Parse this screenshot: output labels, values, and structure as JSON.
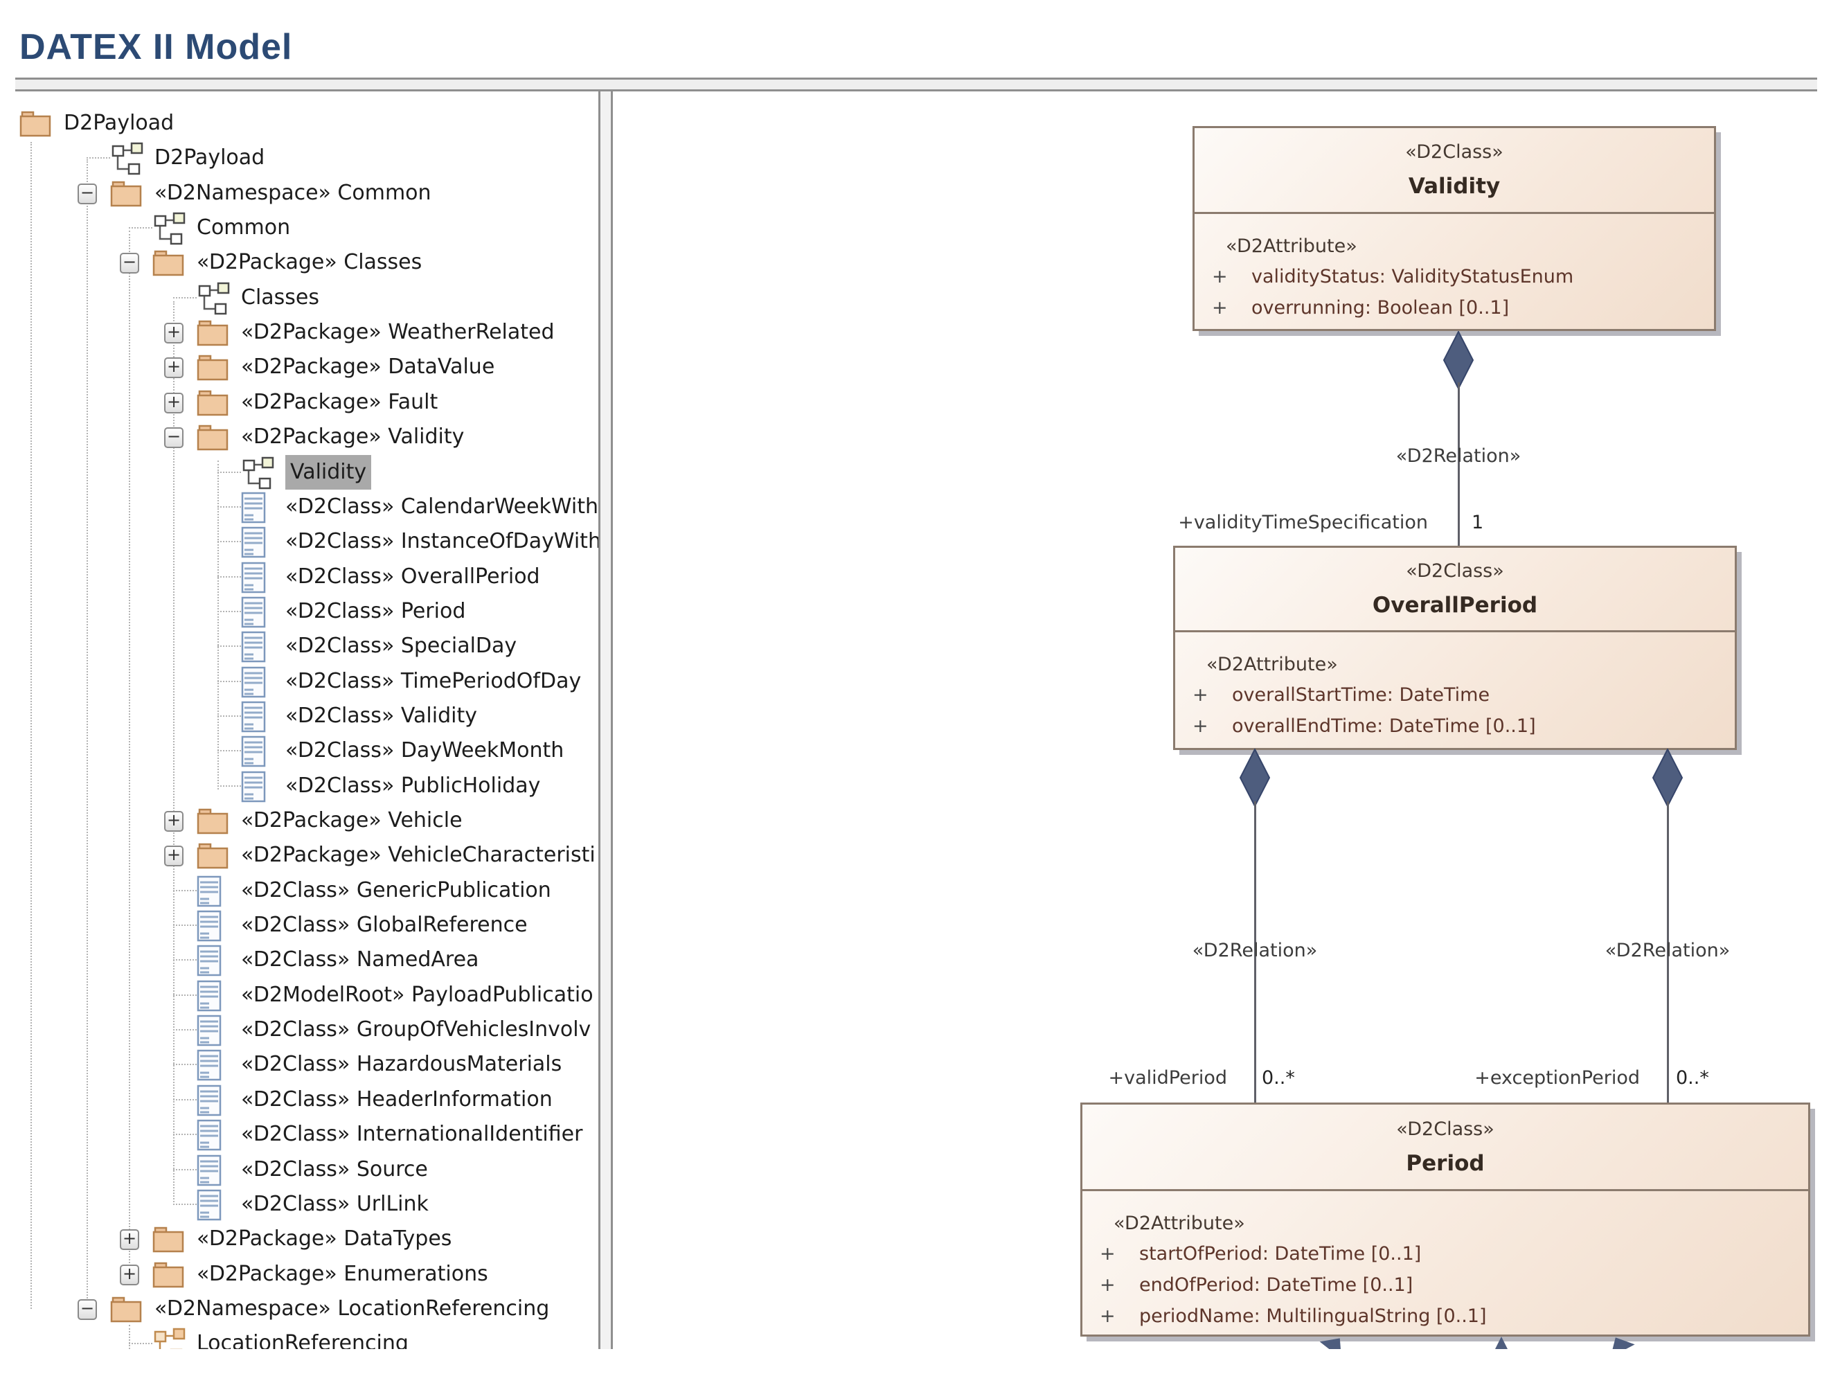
{
  "header": {
    "title": "DATEX II Model"
  },
  "tree": {
    "items": [
      {
        "label": "D2Payload",
        "icon": "package-folder-icon",
        "level": 0,
        "expander": null
      },
      {
        "label": "D2Payload",
        "icon": "diagram-icon",
        "level": 1,
        "expander": null
      },
      {
        "label": "«D2Namespace» Common",
        "icon": "package-folder-icon",
        "level": 1,
        "expander": "minus"
      },
      {
        "label": "Common",
        "icon": "diagram-icon",
        "level": 2,
        "expander": null
      },
      {
        "label": "«D2Package» Classes",
        "icon": "package-folder-icon",
        "level": 2,
        "expander": "minus"
      },
      {
        "label": "Classes",
        "icon": "diagram-icon",
        "level": 3,
        "expander": null
      },
      {
        "label": "«D2Package» WeatherRelated",
        "icon": "package-folder-icon",
        "level": 3,
        "expander": "plus"
      },
      {
        "label": "«D2Package» DataValue",
        "icon": "package-folder-icon",
        "level": 3,
        "expander": "plus"
      },
      {
        "label": "«D2Package» Fault",
        "icon": "package-folder-icon",
        "level": 3,
        "expander": "plus"
      },
      {
        "label": "«D2Package» Validity",
        "icon": "package-folder-icon",
        "level": 3,
        "expander": "minus"
      },
      {
        "label": "Validity",
        "icon": "diagram-icon",
        "level": 4,
        "expander": null,
        "selected": true
      },
      {
        "label": "«D2Class» CalendarWeekWith",
        "icon": "class-icon",
        "level": 4,
        "expander": null
      },
      {
        "label": "«D2Class» InstanceOfDayWith",
        "icon": "class-icon",
        "level": 4,
        "expander": null
      },
      {
        "label": "«D2Class» OverallPeriod",
        "icon": "class-icon",
        "level": 4,
        "expander": null
      },
      {
        "label": "«D2Class» Period",
        "icon": "class-icon",
        "level": 4,
        "expander": null
      },
      {
        "label": "«D2Class» SpecialDay",
        "icon": "class-icon",
        "level": 4,
        "expander": null
      },
      {
        "label": "«D2Class» TimePeriodOfDay",
        "icon": "class-icon",
        "level": 4,
        "expander": null
      },
      {
        "label": "«D2Class» Validity",
        "icon": "class-icon",
        "level": 4,
        "expander": null
      },
      {
        "label": "«D2Class» DayWeekMonth",
        "icon": "class-icon",
        "level": 4,
        "expander": null
      },
      {
        "label": "«D2Class» PublicHoliday",
        "icon": "class-icon",
        "level": 4,
        "expander": null
      },
      {
        "label": "«D2Package» Vehicle",
        "icon": "package-folder-icon",
        "level": 3,
        "expander": "plus"
      },
      {
        "label": "«D2Package» VehicleCharacteristi",
        "icon": "package-folder-icon",
        "level": 3,
        "expander": "plus"
      },
      {
        "label": "«D2Class» GenericPublication",
        "icon": "class-icon",
        "level": 3,
        "expander": null
      },
      {
        "label": "«D2Class» GlobalReference",
        "icon": "class-icon",
        "level": 3,
        "expander": null
      },
      {
        "label": "«D2Class» NamedArea",
        "icon": "class-icon",
        "level": 3,
        "expander": null
      },
      {
        "label": "«D2ModelRoot» PayloadPublicatio",
        "icon": "class-icon",
        "level": 3,
        "expander": null
      },
      {
        "label": "«D2Class» GroupOfVehiclesInvolv",
        "icon": "class-icon",
        "level": 3,
        "expander": null
      },
      {
        "label": "«D2Class» HazardousMaterials",
        "icon": "class-icon",
        "level": 3,
        "expander": null
      },
      {
        "label": "«D2Class» HeaderInformation",
        "icon": "class-icon",
        "level": 3,
        "expander": null
      },
      {
        "label": "«D2Class» InternationalIdentifier",
        "icon": "class-icon",
        "level": 3,
        "expander": null
      },
      {
        "label": "«D2Class» Source",
        "icon": "class-icon",
        "level": 3,
        "expander": null
      },
      {
        "label": "«D2Class» UrlLink",
        "icon": "class-icon",
        "level": 3,
        "expander": null
      },
      {
        "label": "«D2Package» DataTypes",
        "icon": "package-folder-icon",
        "level": 2,
        "expander": "plus"
      },
      {
        "label": "«D2Package» Enumerations",
        "icon": "package-folder-icon",
        "level": 2,
        "expander": "plus"
      },
      {
        "label": "«D2Namespace» LocationReferencing",
        "icon": "package-folder-icon",
        "level": 1,
        "expander": "minus"
      },
      {
        "label": "LocationReferencing",
        "icon": "diagram-orange-icon",
        "level": 2,
        "expander": null
      }
    ]
  },
  "diagram": {
    "boxes": [
      {
        "id": "validity",
        "stereotype": "«D2Class»",
        "name": "Validity",
        "attr_stereotype": "«D2Attribute»",
        "attributes": [
          {
            "vis": "+",
            "text": "validityStatus: ValidityStatusEnum"
          },
          {
            "vis": "+",
            "text": "overrunning: Boolean [0..1]"
          }
        ]
      },
      {
        "id": "overall-period",
        "stereotype": "«D2Class»",
        "name": "OverallPeriod",
        "attr_stereotype": "«D2Attribute»",
        "attributes": [
          {
            "vis": "+",
            "text": "overallStartTime: DateTime"
          },
          {
            "vis": "+",
            "text": "overallEndTime: DateTime [0..1]"
          }
        ]
      },
      {
        "id": "period",
        "stereotype": "«D2Class»",
        "name": "Period",
        "attr_stereotype": "«D2Attribute»",
        "attributes": [
          {
            "vis": "+",
            "text": "startOfPeriod: DateTime [0..1]"
          },
          {
            "vis": "+",
            "text": "endOfPeriod: DateTime [0..1]"
          },
          {
            "vis": "+",
            "text": "periodName: MultilingualString [0..1]"
          }
        ]
      }
    ],
    "relations": [
      {
        "stereotype": "«D2Relation»",
        "role": "+validityTimeSpecification",
        "multiplicity": "1"
      },
      {
        "stereotype": "«D2Relation»",
        "role": "+validPeriod",
        "multiplicity": "0..*"
      },
      {
        "stereotype": "«D2Relation»",
        "role": "+exceptionPeriod",
        "multiplicity": "0..*"
      }
    ]
  },
  "colors": {
    "title_text": "#2c4a74",
    "selection_highlight": "#a9a9a9",
    "box_border": "#8b7b6e",
    "box_fill": "#f3e0d0",
    "composition_diamond": "#4e5d7e",
    "folder_icon": "#f0c9a1",
    "class_icon_border": "#7d98bc"
  }
}
